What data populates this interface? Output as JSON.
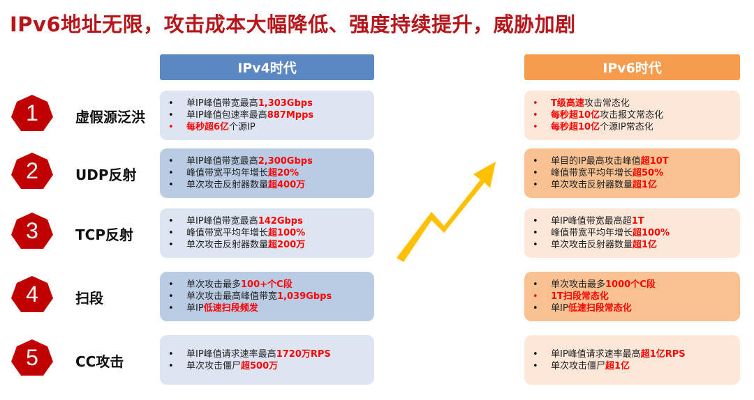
{
  "title": "IPv6地址无限，攻击成本大幅降低、强度持续提升，威胁加剧",
  "headers": {
    "ipv4": "IPv4时代",
    "ipv6": "IPv6时代"
  },
  "colors": {
    "title": "#b4161b",
    "ipv4": "#5b87c2",
    "ipv6": "#f59c4f",
    "badge": "#c00000",
    "arrow": "#ffc000",
    "highlight": "#ff0000"
  },
  "rows": [
    {
      "num": "1",
      "label": "虚假源泛洪",
      "ipv4": [
        {
          "dot": "black",
          "seg": [
            {
              "t": "单IP峰值带宽最高"
            },
            {
              "t": "1,303Gbps",
              "red": true
            }
          ]
        },
        {
          "dot": "black",
          "seg": [
            {
              "t": "单IP峰值包速率最高"
            },
            {
              "t": "887Mpps",
              "red": true
            }
          ]
        },
        {
          "dot": "red",
          "seg": [
            {
              "t": "每秒超6亿",
              "red": true
            },
            {
              "t": "个源IP"
            }
          ]
        }
      ],
      "ipv6": [
        {
          "dot": "red",
          "seg": [
            {
              "t": "T级高速",
              "red": true
            },
            {
              "t": "攻击常态化"
            }
          ]
        },
        {
          "dot": "red",
          "seg": [
            {
              "t": "每秒超10亿",
              "red": true
            },
            {
              "t": "攻击报文常态化"
            }
          ]
        },
        {
          "dot": "red",
          "seg": [
            {
              "t": "每秒超10亿",
              "red": true
            },
            {
              "t": "个源IP常态化"
            }
          ]
        }
      ]
    },
    {
      "num": "2",
      "label": "UDP反射",
      "ipv4": [
        {
          "dot": "black",
          "seg": [
            {
              "t": "单IP峰值带宽最高"
            },
            {
              "t": "2,300Gbps",
              "red": true
            }
          ]
        },
        {
          "dot": "black",
          "seg": [
            {
              "t": "峰值带宽平均年增长"
            },
            {
              "t": "超20%",
              "red": true
            }
          ]
        },
        {
          "dot": "black",
          "seg": [
            {
              "t": "单次攻击反射器数量"
            },
            {
              "t": "超400万",
              "red": true
            }
          ]
        }
      ],
      "ipv6": [
        {
          "dot": "black",
          "seg": [
            {
              "t": "单目的IP最高攻击峰值"
            },
            {
              "t": "超10T",
              "red": true
            }
          ]
        },
        {
          "dot": "black",
          "seg": [
            {
              "t": "峰值带宽平均年增长"
            },
            {
              "t": "超50%",
              "red": true
            }
          ]
        },
        {
          "dot": "black",
          "seg": [
            {
              "t": "单次攻击反射器数量"
            },
            {
              "t": "超1亿",
              "red": true
            }
          ]
        }
      ]
    },
    {
      "num": "3",
      "label": "TCP反射",
      "ipv4": [
        {
          "dot": "black",
          "seg": [
            {
              "t": "单IP峰值带宽最高"
            },
            {
              "t": "142Gbps",
              "red": true
            }
          ]
        },
        {
          "dot": "black",
          "seg": [
            {
              "t": "峰值带宽平均年增长"
            },
            {
              "t": "超100%",
              "red": true
            }
          ]
        },
        {
          "dot": "black",
          "seg": [
            {
              "t": "单次攻击反射器数量"
            },
            {
              "t": "超200万",
              "red": true
            }
          ]
        }
      ],
      "ipv6": [
        {
          "dot": "black",
          "seg": [
            {
              "t": "单IP峰值带宽最高超"
            },
            {
              "t": "1T",
              "red": true
            }
          ]
        },
        {
          "dot": "black",
          "seg": [
            {
              "t": "峰值带宽平均年增长"
            },
            {
              "t": "超100%",
              "red": true
            }
          ]
        },
        {
          "dot": "black",
          "seg": [
            {
              "t": "单次攻击反射器数量"
            },
            {
              "t": "超1亿",
              "red": true
            }
          ]
        }
      ]
    },
    {
      "num": "4",
      "label": "扫段",
      "ipv4": [
        {
          "dot": "black",
          "seg": [
            {
              "t": "单次攻击最多"
            },
            {
              "t": "100+个C段",
              "red": true
            }
          ]
        },
        {
          "dot": "black",
          "seg": [
            {
              "t": "单次攻击最高峰值带宽"
            },
            {
              "t": "1,039Gbps",
              "red": true
            }
          ]
        },
        {
          "dot": "black",
          "seg": [
            {
              "t": "单IP"
            },
            {
              "t": "低速扫段频发",
              "red": true
            }
          ]
        }
      ],
      "ipv6": [
        {
          "dot": "black",
          "seg": [
            {
              "t": "单次攻击最多"
            },
            {
              "t": "1000个C段",
              "red": true
            }
          ]
        },
        {
          "dot": "red",
          "seg": [
            {
              "t": "1T扫段常态化",
              "red": true
            }
          ]
        },
        {
          "dot": "black",
          "seg": [
            {
              "t": "单IP"
            },
            {
              "t": "低速扫段常态化",
              "red": true
            }
          ]
        }
      ]
    },
    {
      "num": "5",
      "label": "CC攻击",
      "ipv4": [
        {
          "dot": "black",
          "seg": [
            {
              "t": "单IP峰值请求速率最高"
            },
            {
              "t": "1720万RPS",
              "red": true
            }
          ]
        },
        {
          "dot": "black",
          "seg": [
            {
              "t": "单次攻击僵尸"
            },
            {
              "t": "超500万",
              "red": true
            }
          ]
        }
      ],
      "ipv6": [
        {
          "dot": "black",
          "seg": [
            {
              "t": "单IP峰值请求速率最高"
            },
            {
              "t": "超1亿RPS",
              "red": true
            }
          ]
        },
        {
          "dot": "black",
          "seg": [
            {
              "t": "单次攻击僵尸"
            },
            {
              "t": "超1亿",
              "red": true
            }
          ]
        }
      ]
    }
  ]
}
